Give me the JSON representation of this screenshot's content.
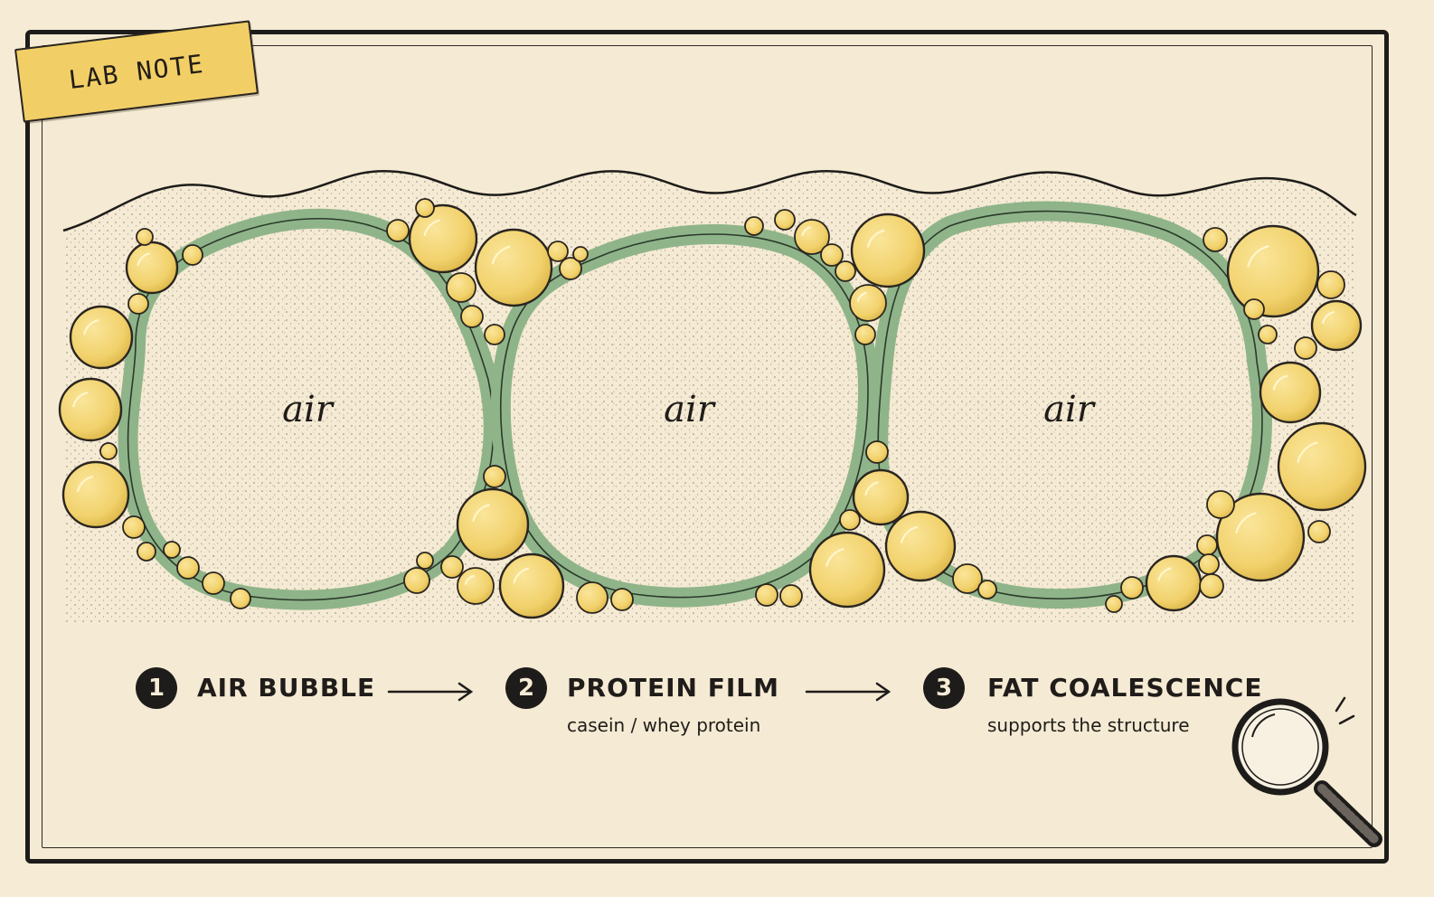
{
  "tag": "LAB NOTE",
  "bubbles": [
    {
      "label": "air"
    },
    {
      "label": "air"
    },
    {
      "label": "air"
    }
  ],
  "steps": [
    {
      "number": "1",
      "title": "AIR BUBBLE",
      "subtitle": ""
    },
    {
      "number": "2",
      "title": "PROTEIN FILM",
      "subtitle": "casein / whey protein"
    },
    {
      "number": "3",
      "title": "FAT COALESCENCE",
      "subtitle": "supports the structure"
    }
  ],
  "colors": {
    "paper": "#f6ecd6",
    "ink": "#1e1c1a",
    "protein_film": "#8fb48a",
    "fat_globule": "#f1d16b",
    "tape": "#f2cf66"
  },
  "icons": [
    "magnifier-icon",
    "arrow-right-icon"
  ]
}
